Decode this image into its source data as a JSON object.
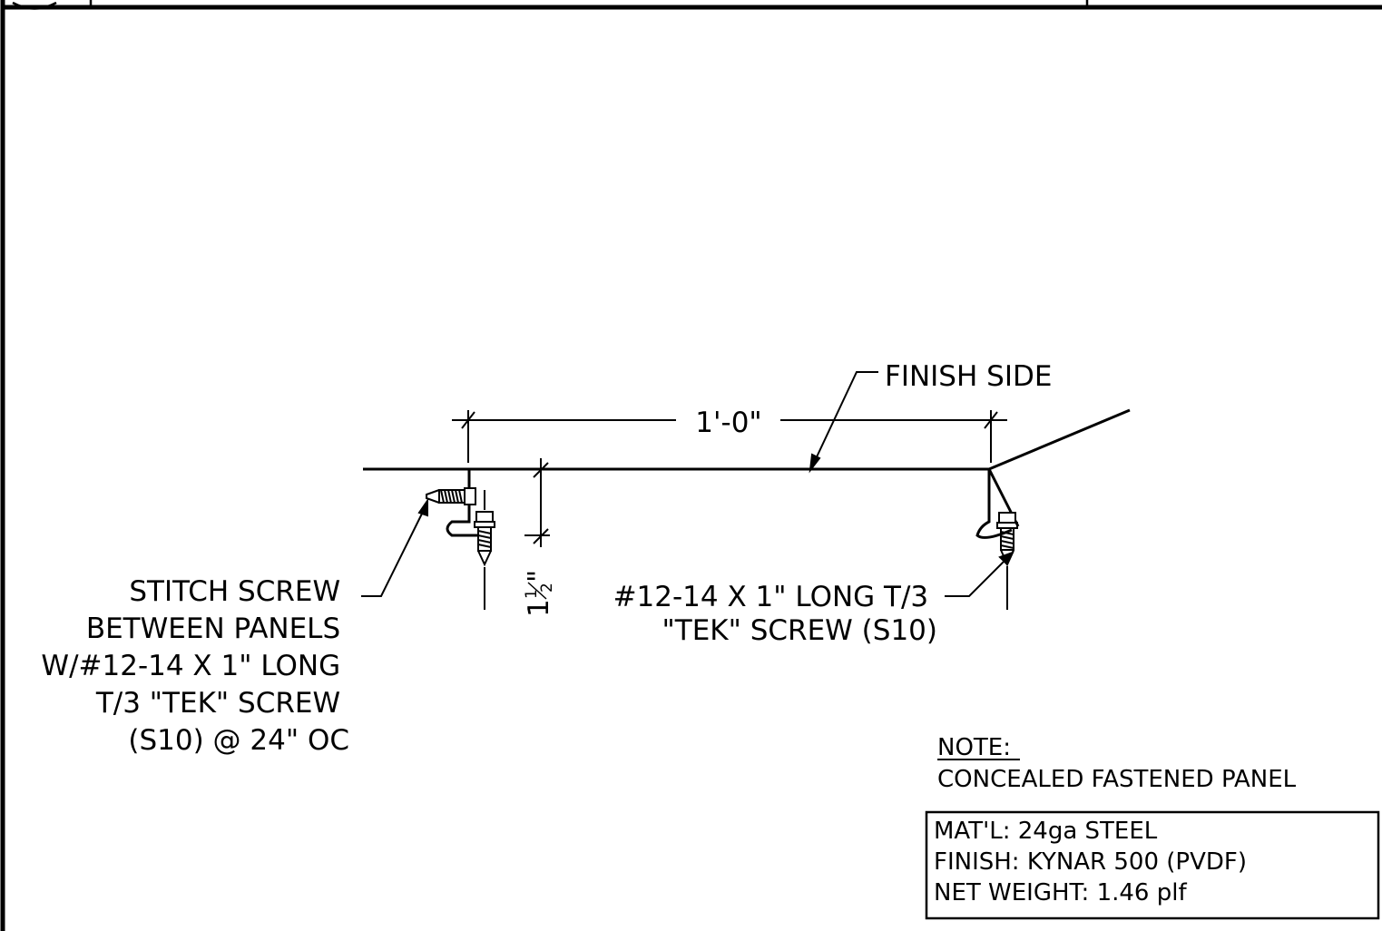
{
  "dimension": {
    "width_label": "1'-0\"",
    "height_whole": "1",
    "height_fraction_num": "1",
    "height_fraction_den": "2",
    "height_inch_mark": "\""
  },
  "callouts": {
    "finish_side": "FINISH SIDE",
    "tek_screw": [
      "#12-14 X 1\" LONG T/3",
      "\"TEK\" SCREW (S10)"
    ],
    "stitch_screw": [
      "STITCH SCREW",
      "BETWEEN PANELS",
      "W/#12-14 X 1\" LONG",
      "T/3 \"TEK\" SCREW",
      "(S10) @ 24\" OC"
    ]
  },
  "note": {
    "heading": "NOTE:",
    "text": "CONCEALED FASTENED PANEL"
  },
  "spec_box": {
    "lines": [
      "MAT'L: 24ga STEEL",
      "FINISH: KYNAR 500 (PVDF)",
      "NET WEIGHT: 1.46 plf"
    ]
  }
}
